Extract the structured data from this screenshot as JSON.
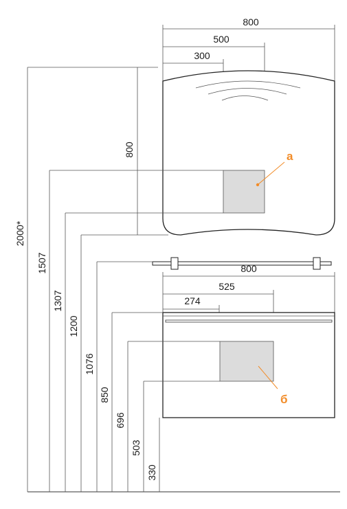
{
  "mirror": {
    "width_total": "800",
    "width_mid": "500",
    "width_inner": "300",
    "height": "800",
    "callout": "а"
  },
  "cabinet": {
    "width_total": "800",
    "width_mid": "525",
    "width_inner": "274",
    "callout": "б"
  },
  "heights": {
    "h2000": "2000*",
    "h1507": "1507",
    "h1307": "1307",
    "h1200": "1200",
    "h1076": "1076",
    "h850": "850",
    "h696": "696",
    "h503": "503",
    "h330": "330"
  },
  "colors": {
    "accent": "#f28c28",
    "panel": "#dcdcdc"
  }
}
